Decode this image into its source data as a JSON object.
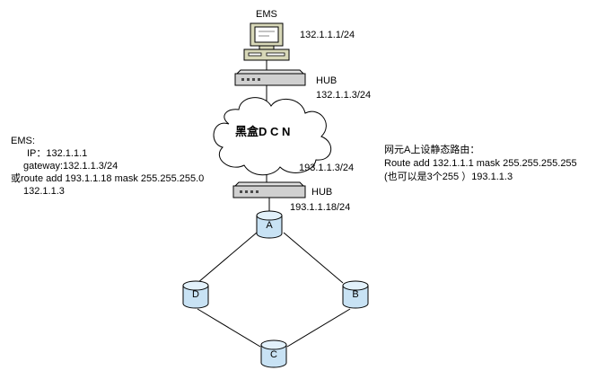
{
  "labels": {
    "ems_title": "EMS",
    "ems_ip": "132.1.1.1/24",
    "hub1": "HUB",
    "hub1_ip": "132.1.1.3/24",
    "cloud": "黑盒D C N",
    "hub2_upper_ip": "193.1.1.3/24",
    "hub2": "HUB",
    "hub2_lower_ip": "193.1.1.18/24"
  },
  "ems_note": {
    "line1": "EMS:",
    "line2": "IP：132.1.1.1",
    "line3": "gateway:132.1.1.3/24",
    "line4": "或route add 193.1.1.18 mask 255.255.255.0",
    "line5": "132.1.1.3"
  },
  "route_note": {
    "line1": "网元A上设静态路由：",
    "line2": "Route add 132.1.1.1 mask 255.255.255.255",
    "line3": "(也可以是3个255 ）193.1.1.3"
  },
  "nodes": {
    "a": "A",
    "b": "B",
    "c": "C",
    "d": "D"
  }
}
